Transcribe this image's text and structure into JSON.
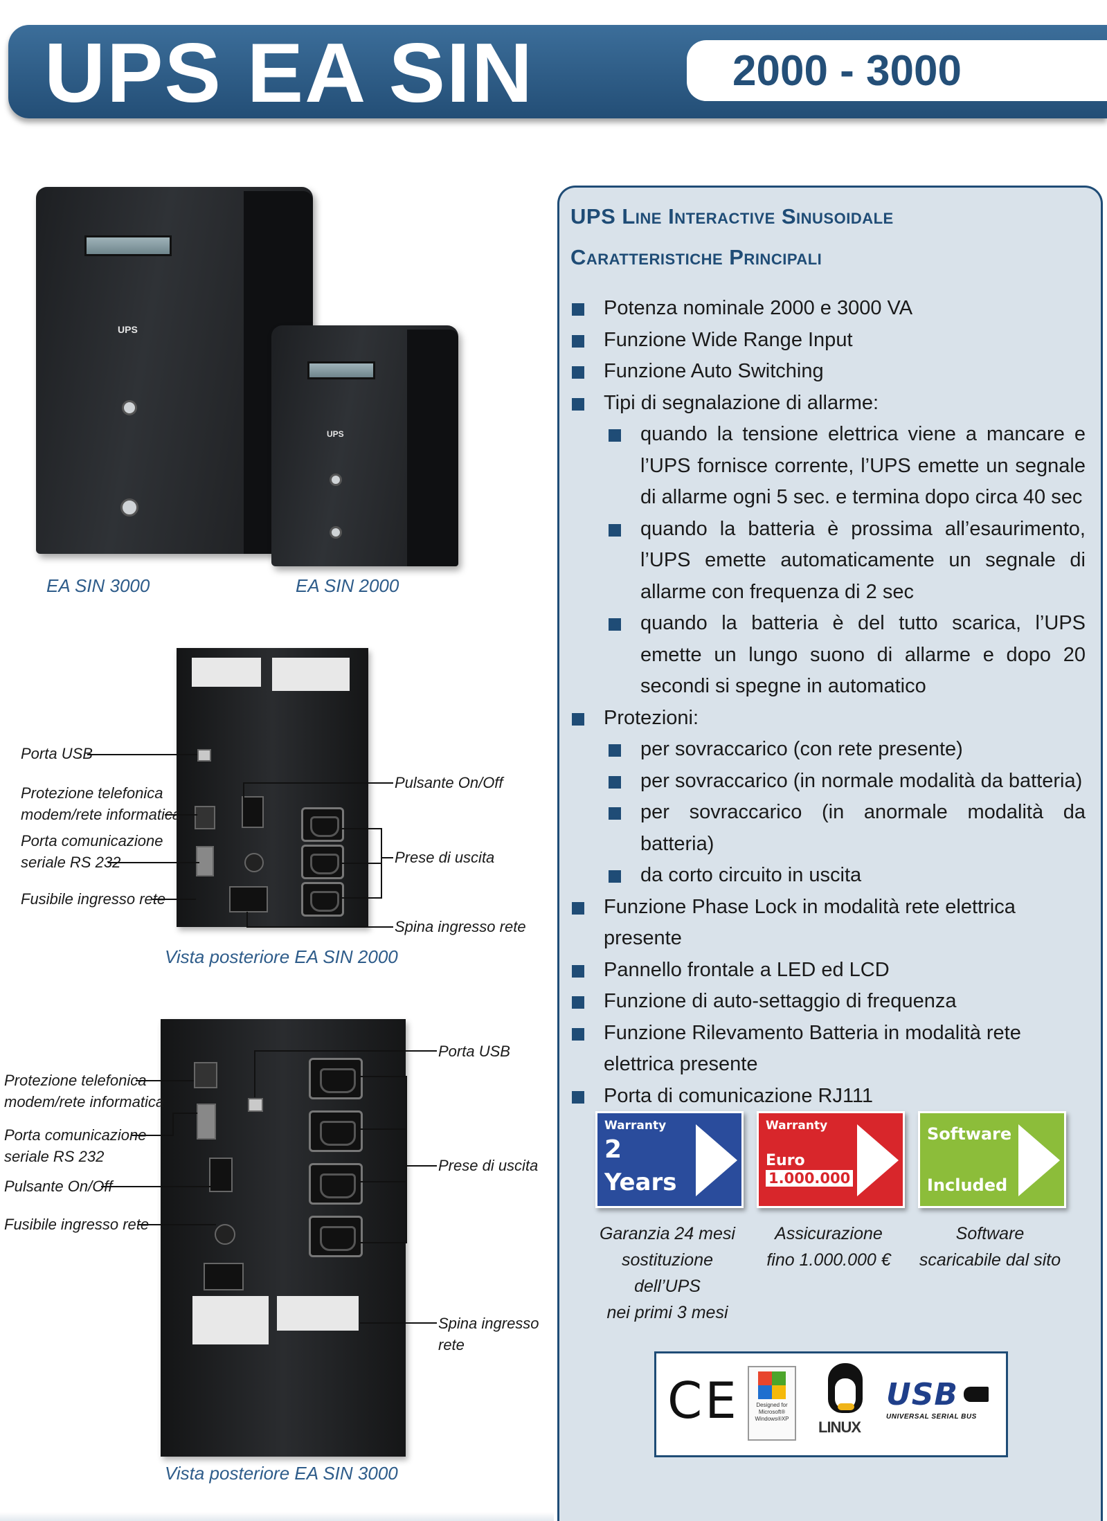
{
  "header": {
    "title": "UPS EA SIN",
    "range": "2000 - 3000"
  },
  "front_view": {
    "captions": [
      "EA SIN  3000",
      "EA SIN  2000"
    ],
    "unit_label": "UPS"
  },
  "rear_2000": {
    "callouts": {
      "usb": "Porta USB",
      "tel_1": "Protezione telefonica",
      "tel_2": "modem/rete informatica",
      "serial_1": "Porta comunicazione",
      "serial_2": "seriale RS 232",
      "fuse": "Fusibile ingresso rete",
      "power_button": "Pulsante On/Off",
      "outlets": "Prese di uscita",
      "inlet": "Spina ingresso rete"
    },
    "caption": "Vista posteriore EA SIN 2000"
  },
  "rear_3000": {
    "callouts": {
      "tel_1": "Protezione telefonica",
      "tel_2": "modem/rete informatica",
      "serial_1": "Porta comunicazione",
      "serial_2": "seriale RS 232",
      "power_button": "Pulsante On/Off",
      "fuse": "Fusibile ingresso rete",
      "usb": "Porta USB",
      "outlets": "Prese di uscita",
      "inlet_1": "Spina ingresso",
      "inlet_2": "rete"
    },
    "caption": "Vista posteriore EA SIN 3000"
  },
  "panel": {
    "heading_1": "UPS Line Interactive Sinusoidale",
    "heading_2": "Caratteristiche Principali",
    "features": [
      {
        "level": 1,
        "text": "Potenza nominale 2000 e 3000 VA"
      },
      {
        "level": 1,
        "text": "Funzione Wide Range Input"
      },
      {
        "level": 1,
        "text": "Funzione Auto Switching"
      },
      {
        "level": 1,
        "text": "Tipi di segnalazione di allarme:"
      },
      {
        "level": 2,
        "text": "quando la tensione elettrica viene a mancare e l’UPS fornisce corrente, l’UPS emette un segnale di allarme ogni 5 sec. e termina dopo circa 40 sec"
      },
      {
        "level": 2,
        "text": "quando la batteria è prossima all’esaurimento, l’UPS emette automaticamente un segnale di allarme con frequenza di 2 sec"
      },
      {
        "level": 2,
        "text": "quando la batteria è del tutto scarica, l’UPS emette un lungo suono di allarme e dopo 20 secondi si spegne in automatico"
      },
      {
        "level": 1,
        "text": "Protezioni:"
      },
      {
        "level": 2,
        "text": "per sovraccarico (con rete presente)"
      },
      {
        "level": 2,
        "text": "per sovraccarico (in normale modalità da batteria)"
      },
      {
        "level": 2,
        "text": "per sovraccarico (in anormale modalità da batteria)"
      },
      {
        "level": 2,
        "text": "da corto circuito in uscita"
      },
      {
        "level": 1,
        "text": "Funzione Phase Lock in modalità rete elettrica presente"
      },
      {
        "level": 1,
        "text": "Pannello frontale a LED ed LCD"
      },
      {
        "level": 1,
        "text": "Funzione di auto-settaggio di frequenza"
      },
      {
        "level": 1,
        "text": "Funzione Rilevamento Batteria in modalità rete elettrica presente"
      },
      {
        "level": 1,
        "text": "Porta di comunicazione RJ111"
      }
    ],
    "badges": [
      {
        "top": "Warranty",
        "line_1": "2",
        "line_2": "Years",
        "color": "#2a4c9c",
        "caption_1": "Garanzia 24 mesi",
        "caption_2": "sostituzione dell’UPS",
        "caption_3": "nei primi 3 mesi"
      },
      {
        "top": "Warranty",
        "line_1": "Euro",
        "line_2": "1.000.000",
        "color": "#d8262b",
        "caption_1": "Assicurazione",
        "caption_2": "fino 1.000.000 €",
        "caption_3": ""
      },
      {
        "top": "",
        "line_1": "Software",
        "line_2": "Included",
        "color": "#8cbd3a",
        "caption_1": "Software",
        "caption_2": "scaricabile dal sito",
        "caption_3": ""
      }
    ],
    "logos": {
      "ce": "CE",
      "windows_1": "Designed for",
      "windows_2": "Microsoft®",
      "windows_3": "Windows®XP",
      "linux": "LINUX",
      "usb": "USB",
      "usb_sub": "UNIVERSAL SERIAL BUS"
    }
  }
}
